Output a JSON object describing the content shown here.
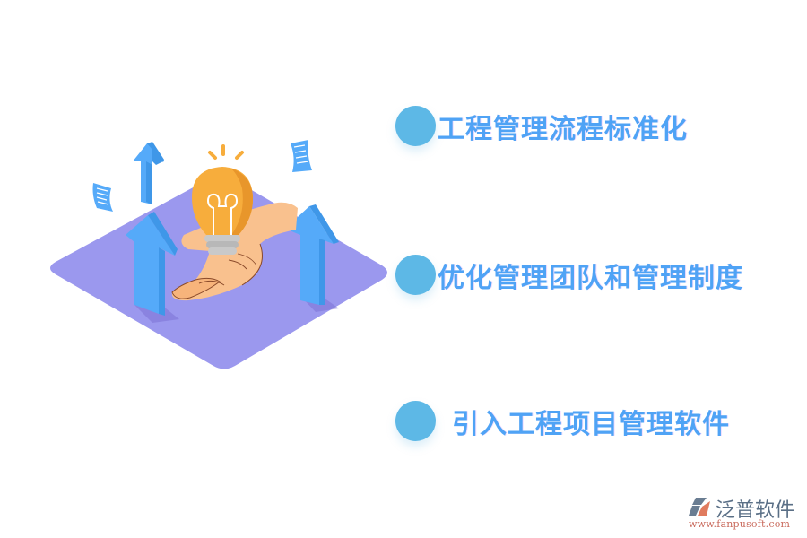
{
  "colors": {
    "bullet": "#5db8e6",
    "label": "#4fa3f5",
    "platform": "#9b98ee",
    "arrow_front": "#55aaf9",
    "arrow_side": "#3f97e8",
    "bulb": "#f7ad3c",
    "bulb_shade": "#e8962b",
    "hand": "#f9c18e",
    "socket": "#c9c9c9",
    "logo_text": "#5a6f86",
    "logo_url": "#c96a5c"
  },
  "items": [
    {
      "label": "工程管理流程标准化"
    },
    {
      "label": "优化管理团队和管理制度"
    },
    {
      "label": "引入工程项目管理软件"
    }
  ],
  "logo": {
    "name": "泛普软件",
    "url": "www.fanpusoft.com",
    "icon": "fanpu-logo-icon"
  },
  "illustration": {
    "elements": [
      "isometric-platform",
      "up-arrow-icon",
      "up-arrow-icon",
      "up-arrow-icon",
      "light-bulb-icon",
      "hand-icon",
      "paper-icon",
      "paper-icon"
    ]
  }
}
